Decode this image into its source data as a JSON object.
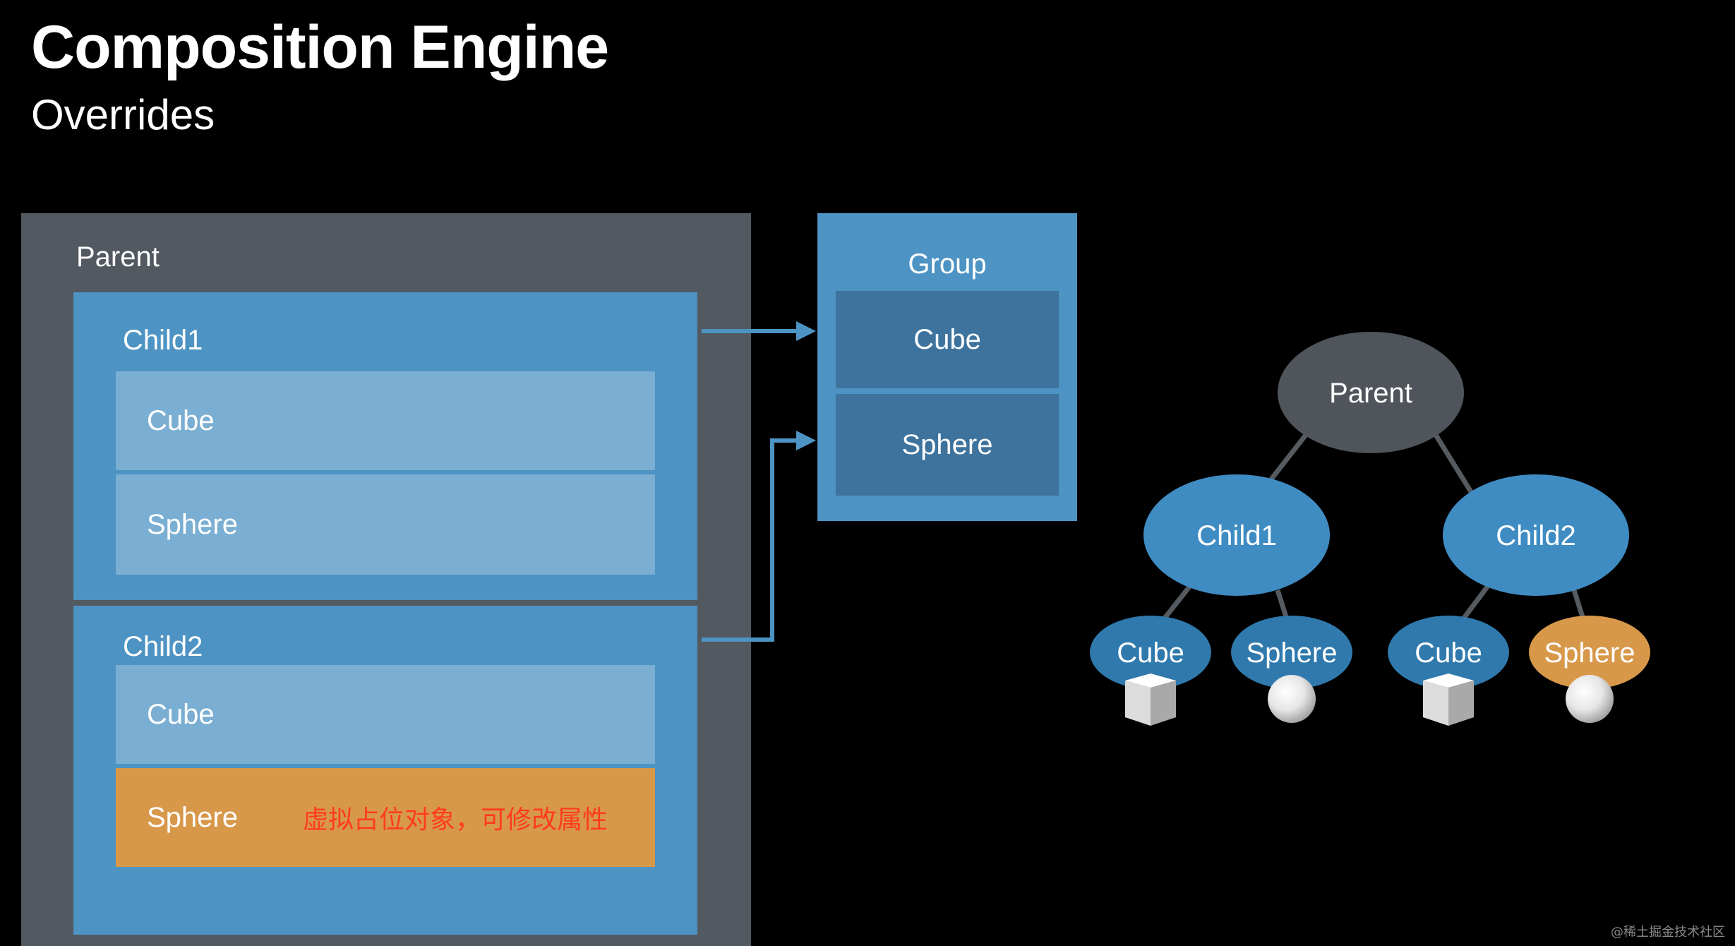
{
  "title": "Composition Engine",
  "subtitle": "Overrides",
  "left_panel": {
    "parent_label": "Parent",
    "child1": {
      "label": "Child1",
      "rows": [
        "Cube",
        "Sphere"
      ]
    },
    "child2": {
      "label": "Child2",
      "rows": [
        "Cube",
        "Sphere"
      ],
      "annotation": "虚拟占位对象，可修改属性"
    }
  },
  "group_panel": {
    "label": "Group",
    "rows": [
      "Cube",
      "Sphere"
    ]
  },
  "tree": {
    "root": "Parent",
    "children": [
      {
        "label": "Child1",
        "leaves": [
          {
            "label": "Cube",
            "icon": "cube-icon"
          },
          {
            "label": "Sphere",
            "icon": "sphere-icon"
          }
        ]
      },
      {
        "label": "Child2",
        "leaves": [
          {
            "label": "Cube",
            "icon": "cube-icon"
          },
          {
            "label": "Sphere",
            "icon": "sphere-icon",
            "highlight": true
          }
        ]
      }
    ]
  },
  "colors": {
    "background": "#000000",
    "parent_gray": "#525960",
    "child_blue": "#4d93c3",
    "row_light_blue": "#7aaed2",
    "group_row_blue": "#3d739d",
    "override_orange": "#d8984a",
    "annotation_red": "#ff3b1f",
    "tree_node_gray": "#4f555b",
    "tree_node_blue": "#3f8cc3"
  },
  "watermark": "@稀土掘金技术社区"
}
